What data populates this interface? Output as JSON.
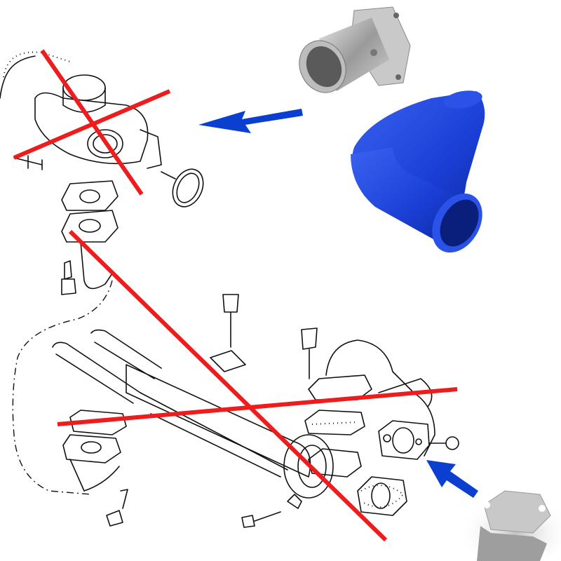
{
  "diagram": {
    "colors": {
      "cross_out": "#ee1c1c",
      "arrow": "#0a3fd0",
      "hose": "#1a3fd6",
      "hose_dark": "#0a1f7a",
      "metal": "#b8b8b8",
      "line_art": "#111111",
      "background": "#ffffff"
    },
    "elements": [
      {
        "name": "egr-valve-drawing",
        "crossed_out": true
      },
      {
        "name": "egr-cooler-drawing",
        "crossed_out": true
      },
      {
        "name": "egr-blanking-pipe-photo"
      },
      {
        "name": "silicone-elbow-hose-photo"
      },
      {
        "name": "egr-blanking-plate-photo"
      }
    ],
    "icons": [
      "arrow-left-icon",
      "arrow-up-left-icon",
      "cross-out-icon"
    ]
  }
}
